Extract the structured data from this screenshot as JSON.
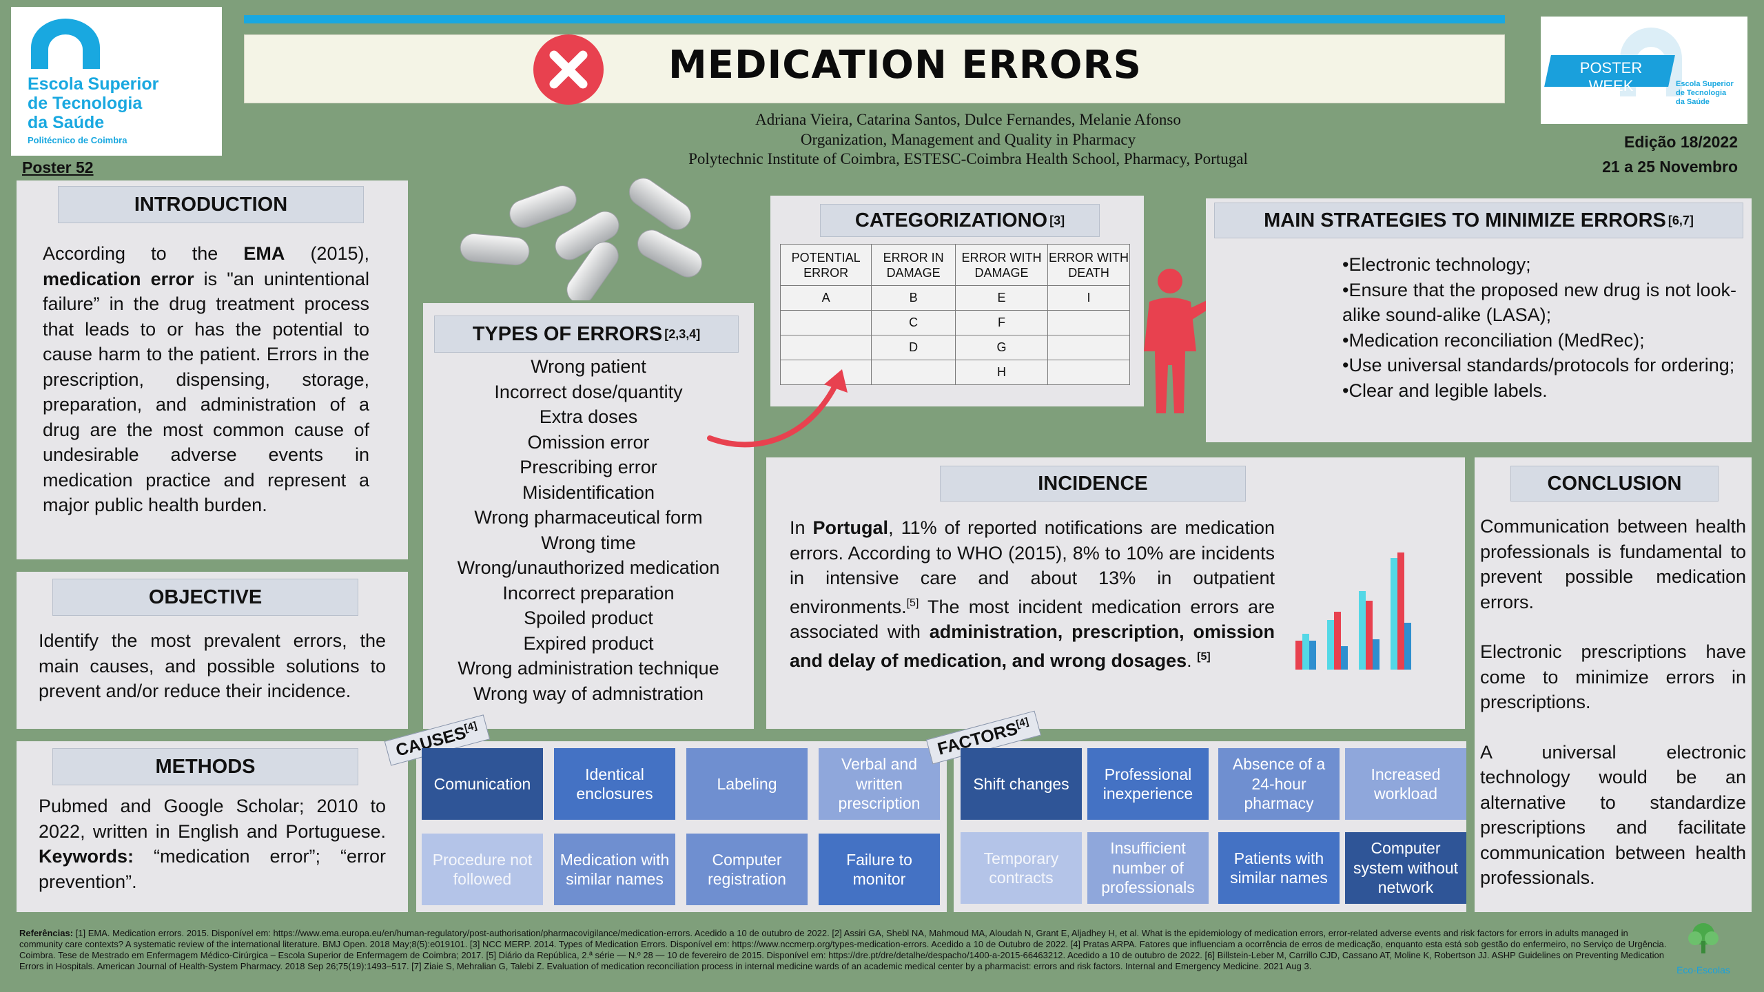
{
  "header": {
    "title": "MEDICATION ERRORS",
    "authors": [
      "Adriana Vieira, Catarina Santos, Dulce Fernandes, Melanie Afonso",
      "Organization, Management and Quality in Pharmacy",
      "Polytechnic Institute of Coimbra, ESTESC-Coimbra Health School, Pharmacy, Portugal"
    ],
    "edition": "Edição 18/2022",
    "dates": "21 a 25 Novembro",
    "poster_number": "Poster 52"
  },
  "logo_left": {
    "line1": "Escola Superior",
    "line2": "de Tecnologia",
    "line3": "da Saúde",
    "line4": "Politécnico de Coimbra"
  },
  "logo_right": {
    "banner": "POSTER WEEK",
    "line1": "Escola Superior",
    "line2": "de Tecnologia",
    "line3": "da Saúde"
  },
  "introduction": {
    "title": "INTRODUCTION",
    "p1": "According to the ",
    "ema": "EMA",
    "p2": " (2015), ",
    "bold": "medication error",
    "p3": " is \"an unintentional failure” in the drug treatment process that leads to or has the potential to cause harm to the patient. Errors in the prescription, dispensing, storage, preparation, and administration of a drug are the most common cause of undesirable adverse events in medication practice and represent a major public health burden."
  },
  "objective": {
    "title": "OBJECTIVE",
    "text": "Identify the most prevalent errors, the main causes, and possible solutions to prevent and/or reduce their incidence."
  },
  "methods": {
    "title": "METHODS",
    "text": "Pubmed and Google Scholar; 2010 to 2022, written in English and Portuguese.",
    "keywords_label": "Keywords:",
    "keywords": " “medication error”; “error prevention”."
  },
  "types": {
    "title": "TYPES OF ERRORS",
    "ref": "[2,3,4]",
    "items": [
      "Wrong patient",
      "Incorrect dose/quantity",
      "Extra doses",
      "Omission error",
      "Prescribing error",
      "Misidentification",
      "Wrong pharmaceutical form",
      "Wrong time",
      "Wrong/unauthorized medication",
      "Incorrect preparation",
      "Spoiled product",
      "Expired product",
      "Wrong administration technique",
      "Wrong way of admnistration"
    ]
  },
  "categorization": {
    "title": "CATEGORIZATIONO",
    "ref": "[3]",
    "headers": [
      "POTENTIAL ERROR",
      "ERROR IN DAMAGE",
      "ERROR WITH DAMAGE",
      "ERROR WITH DEATH"
    ],
    "rows": [
      [
        "A",
        "B",
        "E",
        "I"
      ],
      [
        "",
        "C",
        "F",
        ""
      ],
      [
        "",
        "D",
        "G",
        ""
      ],
      [
        "",
        "",
        "H",
        ""
      ]
    ]
  },
  "strategies": {
    "title": "MAIN STRATEGIES TO MINIMIZE ERRORS",
    "ref": "[6,7]",
    "items": [
      "•Electronic technology;",
      "•Ensure that the proposed new drug is not look-alike sound-alike (LASA);",
      "•Medication reconciliation (MedRec);",
      "•Use universal standards/protocols for ordering;",
      "•Clear and legible labels."
    ]
  },
  "incidence": {
    "title": "INCIDENCE",
    "t1": "In ",
    "portugal": "Portugal",
    "t2": ", 11% of reported notifications are medication errors. According to WHO (2015), 8% to 10% are incidents in intensive care and about 13% in outpatient environments.",
    "ref5a": "[5]",
    "t3": " The most incident medication errors are associated with ",
    "bold": "administration, prescription, omission and delay of medication, and wrong dosages",
    "t4": ". ",
    "ref5b": "[5]"
  },
  "conclusion": {
    "title": "CONCLUSION",
    "p1": "Communication between health professionals is fundamental to prevent possible medication errors.",
    "p2": "Electronic prescriptions have come to minimize errors in prescriptions.",
    "p3": "A universal electronic technology would be an alternative to standardize prescriptions and facilitate communication between health professionals."
  },
  "causes": {
    "label": "CAUSES",
    "ref": "[4]",
    "items": [
      "Comunication",
      "Identical enclosures",
      "Labeling",
      "Verbal and written prescription",
      "Procedure not followed",
      "Medication with similar names",
      "Computer registration",
      "Failure to monitor"
    ]
  },
  "factors": {
    "label": "FACTORS",
    "ref": "[4]",
    "items": [
      "Shift changes",
      "Professional inexperience",
      "Absence of a 24-hour pharmacy",
      "Increased workload",
      "Temporary contracts",
      "Insufficient number of professionals",
      "Patients with similar names",
      "Computer system without network"
    ]
  },
  "references": {
    "label": "Referências:",
    "text": " [1] EMA. Medication errors. 2015. Disponível em: https://www.ema.europa.eu/en/human-regulatory/post-authorisation/pharmacovigilance/medication-errors. Acedido a 10 de outubro de 2022. [2] Assiri GA, Shebl NA, Mahmoud MA, Aloudah N, Grant E, Aljadhey H, et al. What is the epidemiology of medication errors, error-related adverse events and risk factors for errors in adults managed in community care contexts? A systematic review of the international literature. BMJ Open. 2018 May;8(5):e019101. [3] NCC MERP. 2014. Types of Medication Errors. Disponível em: https://www.nccmerp.org/types-medication-errors. Acedido a 10 de Outubro de 2022. [4] Pratas ARPA. Fatores que influenciam a ocorrência de erros de medicação, enquanto esta está sob gestão do enfermeiro, no Serviço de Urgência. Coimbra. Tese de Mestrado em Enfermagem Médico-Cirúrgica – Escola Superior de Enfermagem de Coimbra; 2017. [5] Diário da República, 2.ª série — N.º 28 — 10 de fevereiro de 2015. Disponível em: https://dre.pt/dre/detalhe/despacho/1400-a-2015-66463212. Acedido a 10 de outubro de 2022. [6] Billstein-Leber M, Carrillo CJD, Cassano AT, Moline K, Robertson JJ. ASHP Guidelines on Preventing Medication Errors in Hospitals. American Journal of Health-System Pharmacy. 2018 Sep 26;75(19):1493–517. [7] Ziaie S, Mehralian G, Talebi Z. Evaluation of medication reconciliation process in internal medicine wards of an academic medical center by a pharmacist: errors and risk factors. Internal and Emergency Medicine. 2021 Aug 3."
  },
  "eco": "Eco-Escolas",
  "colors": {
    "background": "#7f9f7b",
    "accent_blue": "#19a8e0",
    "error_red": "#e8414f",
    "bar_cyan": "#54d8e6",
    "bar_blue": "#2f8fcf",
    "bar_red": "#e8414f"
  }
}
